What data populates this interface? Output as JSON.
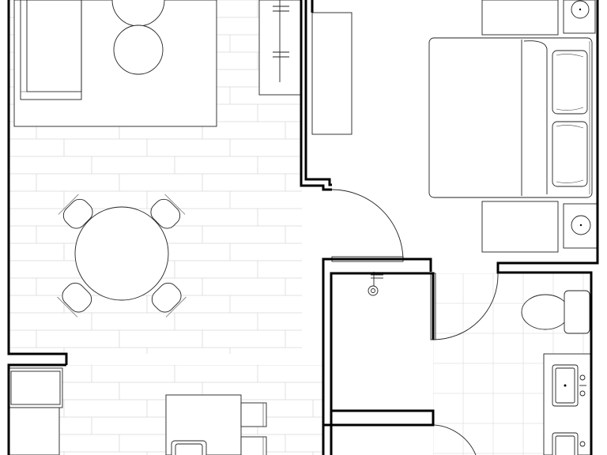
{
  "plan": {
    "colors": {
      "walls": "#000000",
      "furniture_stroke": "#222222",
      "floor_pattern": "#d8d8d8",
      "background": "#ffffff"
    },
    "furniture": {
      "sofa": "sofa",
      "ottomans": 2,
      "bench_with_hangers": "bench",
      "area_rug": "rug",
      "dining_table": "round-table",
      "dining_chairs": 4,
      "dresser": "dresser",
      "bed": "bed",
      "pillows": 2,
      "nightstands": 2,
      "lamps": 2,
      "shower_head": "shower",
      "toilet": "toilet",
      "vanity_sinks": 2,
      "kitchen_island": "island",
      "bar_stools": 2,
      "appliances": 2
    },
    "doors": 3
  }
}
